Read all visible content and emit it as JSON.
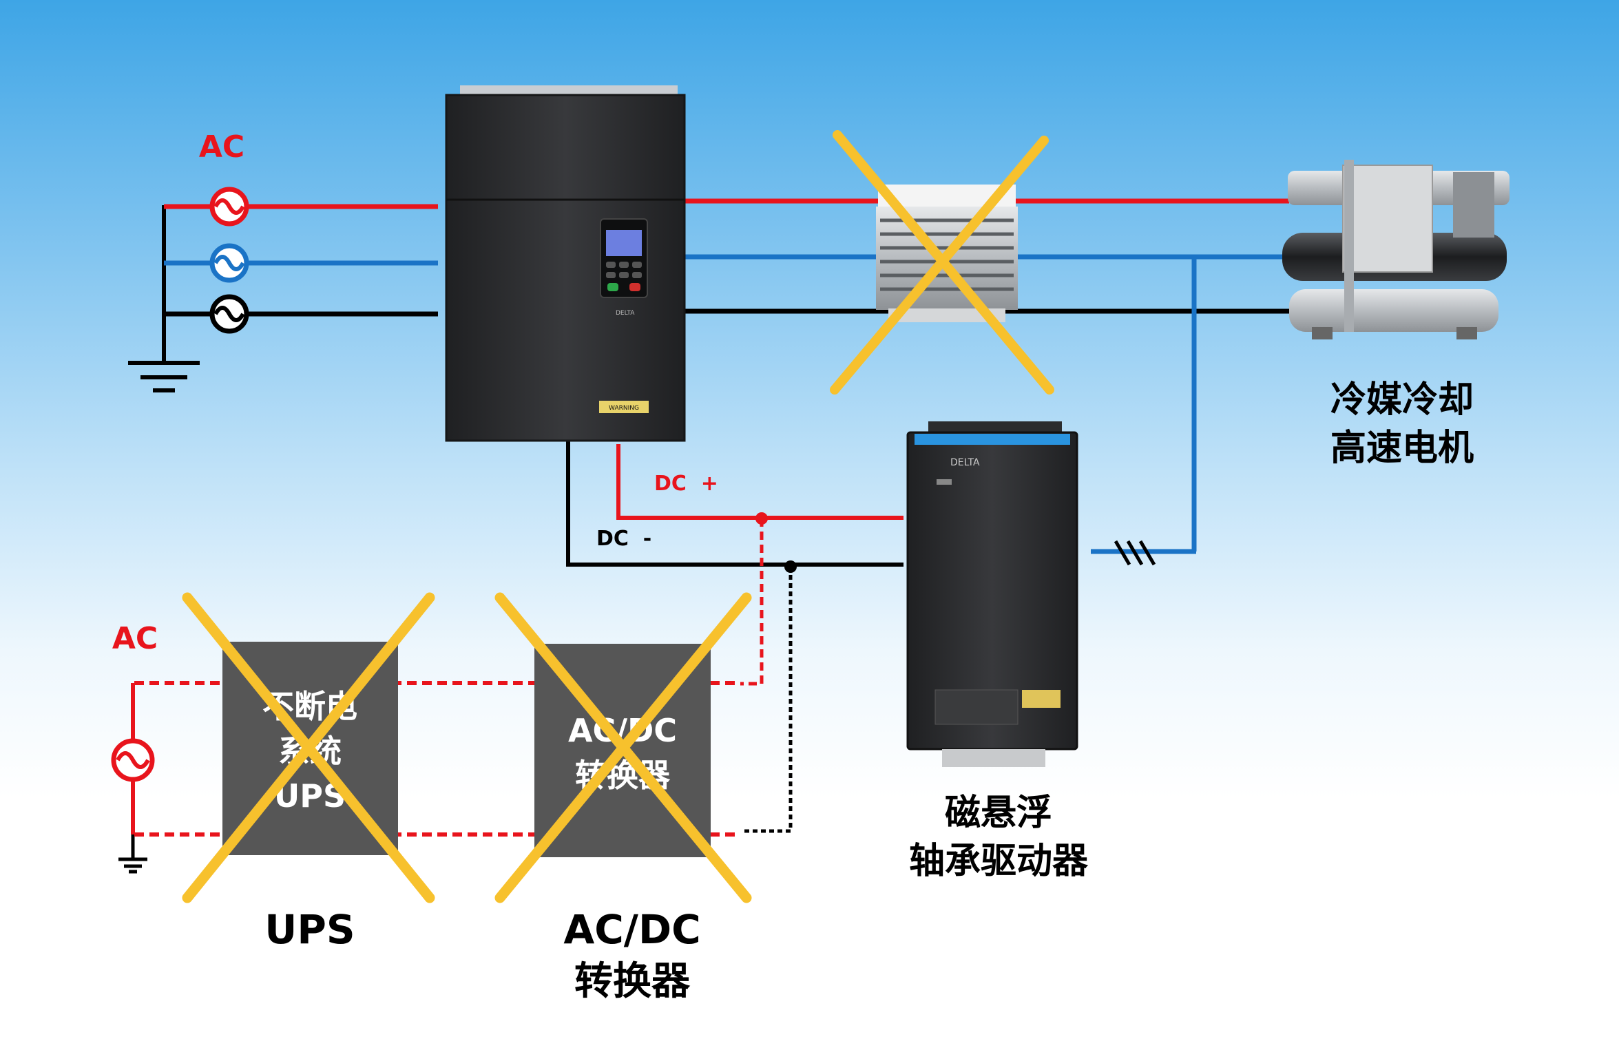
{
  "labels": {
    "ac_top": "AC",
    "ac_bottom": "AC",
    "dc_plus": "DC  +",
    "dc_minus": "DC  -",
    "motor_line1": "冷媒冷却",
    "motor_line2": "高速电机",
    "bearing_line1": "磁悬浮",
    "bearing_line2": "轴承驱动器",
    "ups_caption": "UPS",
    "acdc_caption_line1": "AC/DC",
    "acdc_caption_line2": "转换器",
    "ups_box_line1": "不断电",
    "ups_box_line2": "系统",
    "ups_box_line3": "UPS",
    "acdc_box_line1": "AC/DC",
    "acdc_box_line2": "转换器",
    "drive_warning": "WARNING",
    "drive_brand": "DELTA",
    "bearing_brand": "DELTA"
  },
  "colors": {
    "phase_red": "#e8141c",
    "phase_blue": "#1a73c6",
    "phase_black": "#000000",
    "cross": "#f7c12d",
    "device_dark": "#2f3033",
    "box_grey": "#565656"
  },
  "icons": [
    "ac-source-icon",
    "ground-icon",
    "cross-mark-icon",
    "three-phase-slash-icon"
  ]
}
